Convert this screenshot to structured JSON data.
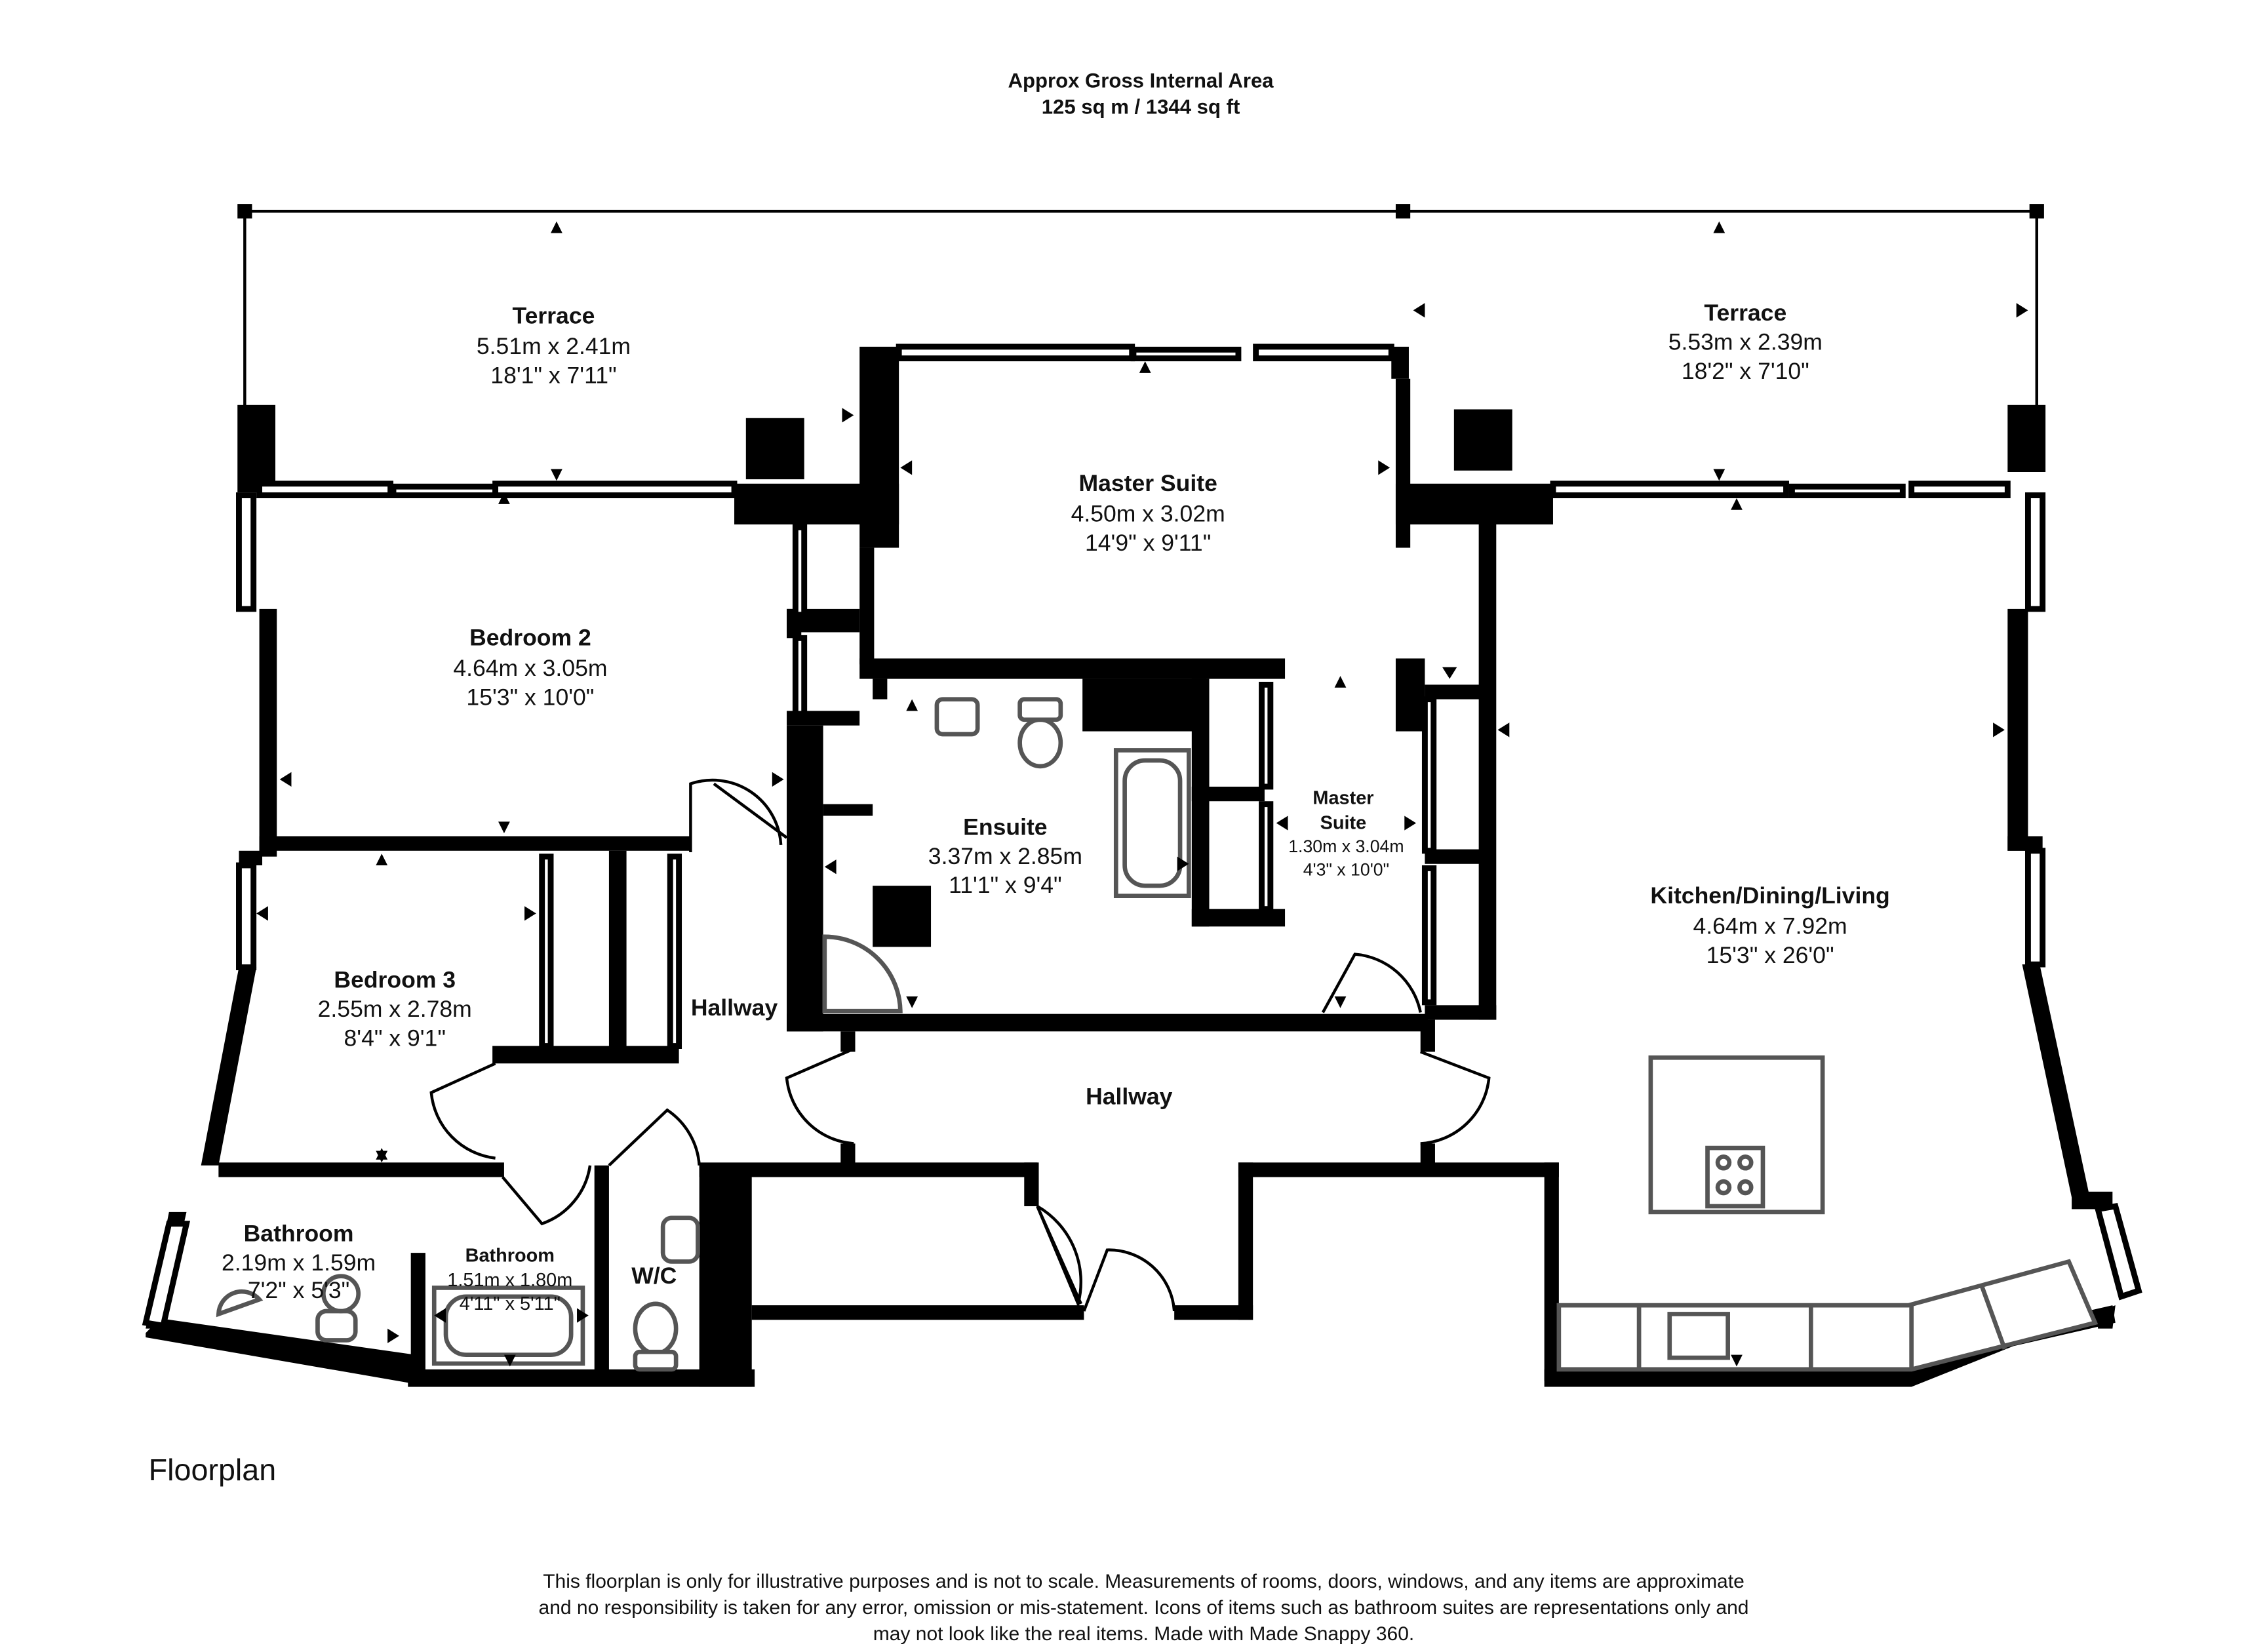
{
  "header": {
    "area_title": "Approx Gross Internal Area",
    "area_value": "125 sq m / 1344 sq ft"
  },
  "rooms": {
    "terrace_left": {
      "name": "Terrace",
      "metric": "5.51m x 2.41m",
      "imperial": "18'1\" x 7'11\""
    },
    "terrace_right": {
      "name": "Terrace",
      "metric": "5.53m x 2.39m",
      "imperial": "18'2\" x 7'10\""
    },
    "master_suite": {
      "name": "Master Suite",
      "metric": "4.50m x 3.02m",
      "imperial": "14'9\" x 9'11\""
    },
    "bedroom2": {
      "name": "Bedroom 2",
      "metric": "4.64m x 3.05m",
      "imperial": "15'3\" x 10'0\""
    },
    "ensuite": {
      "name": "Ensuite",
      "metric": "3.37m x 2.85m",
      "imperial": "11'1\" x 9'4\""
    },
    "master_suite_small": {
      "name_line1": "Master",
      "name_line2": "Suite",
      "metric": "1.30m x 3.04m",
      "imperial": "4'3\" x 10'0\""
    },
    "kitchen": {
      "name": "Kitchen/Dining/Living",
      "metric": "4.64m x 7.92m",
      "imperial": "15'3\" x 26'0\""
    },
    "bedroom3": {
      "name": "Bedroom 3",
      "metric": "2.55m x 2.78m",
      "imperial": "8'4\" x 9'1\""
    },
    "hallway_left": {
      "name": "Hallway"
    },
    "hallway_main": {
      "name": "Hallway"
    },
    "bathroom_large": {
      "name": "Bathroom",
      "metric": "2.19m x 1.59m",
      "imperial": "7'2\" x 5'3\""
    },
    "bathroom_small": {
      "name": "Bathroom",
      "metric": "1.51m x 1.80m",
      "imperial": "4'11\" x 5'11\""
    },
    "wc": {
      "name": "W/C"
    }
  },
  "footer": {
    "plan_label": "Floorplan",
    "disclaimer_line1": "This floorplan is only for illustrative purposes and is not to scale. Measurements of rooms, doors, windows, and any items are approximate",
    "disclaimer_line2": "and no responsibility is taken for any error, omission or mis-statement. Icons of items such as bathroom suites are representations only and",
    "disclaimer_line3": "may not look like the real items. Made with Made Snappy 360."
  },
  "icons": [
    "sink-icon",
    "toilet-icon",
    "bath-icon",
    "shower-icon",
    "hob-icon",
    "arrow-icon"
  ],
  "colors": {
    "wall": "#000000",
    "background": "#ffffff",
    "fixture_stroke": "#555555"
  }
}
